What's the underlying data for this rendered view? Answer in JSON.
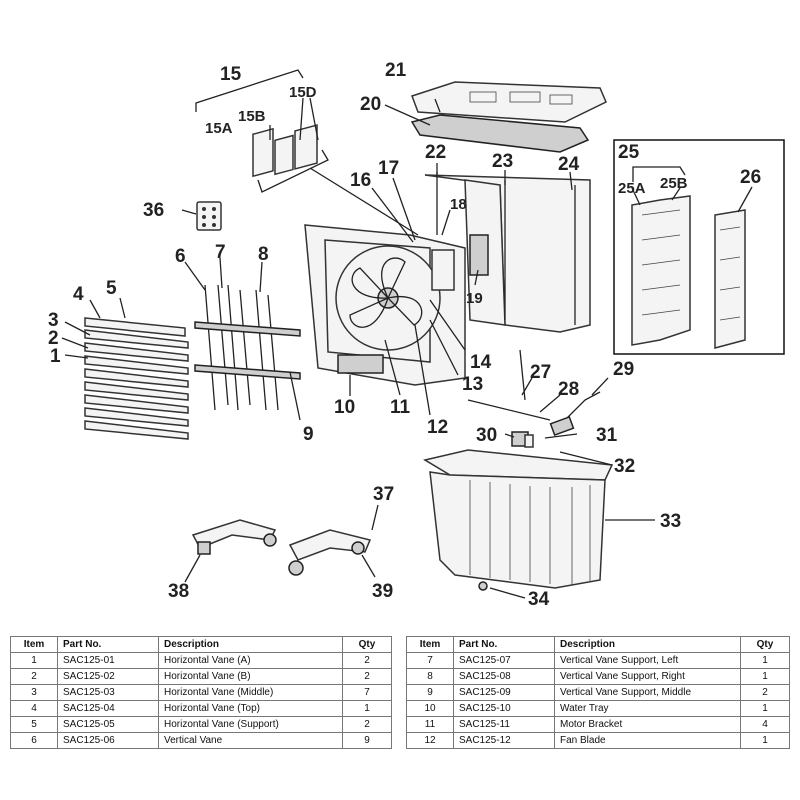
{
  "callouts": {
    "c15": "15",
    "c15A": "15A",
    "c15B": "15B",
    "c15D": "15D",
    "c21": "21",
    "c20": "20",
    "c22": "22",
    "c23": "23",
    "c24": "24",
    "c17": "17",
    "c16": "16",
    "c18": "18",
    "c19": "19",
    "c25": "25",
    "c25A": "25A",
    "c25B": "25B",
    "c26": "26",
    "c36": "36",
    "c6": "6",
    "c7": "7",
    "c8": "8",
    "c4": "4",
    "c5": "5",
    "c3": "3",
    "c2": "2",
    "c1": "1",
    "c14": "14",
    "c13": "13",
    "c10": "10",
    "c11": "11",
    "c12": "12",
    "c9": "9",
    "c27": "27",
    "c28": "28",
    "c29": "29",
    "c30": "30",
    "c31": "31",
    "c32": "32",
    "c33": "33",
    "c34": "34",
    "c37": "37",
    "c38": "38",
    "c39": "39"
  },
  "parts_table": {
    "headers": {
      "item": "Item",
      "part_no": "Part No.",
      "description": "Description",
      "qty": "Qty"
    },
    "left_rows": [
      {
        "item": "1",
        "part_no": "SAC125-01",
        "description": "Horizontal Vane (A)",
        "qty": "2"
      },
      {
        "item": "2",
        "part_no": "SAC125-02",
        "description": "Horizontal Vane (B)",
        "qty": "2"
      },
      {
        "item": "3",
        "part_no": "SAC125-03",
        "description": "Horizontal Vane (Middle)",
        "qty": "7"
      },
      {
        "item": "4",
        "part_no": "SAC125-04",
        "description": "Horizontal Vane (Top)",
        "qty": "1"
      },
      {
        "item": "5",
        "part_no": "SAC125-05",
        "description": "Horizontal Vane (Support)",
        "qty": "2"
      },
      {
        "item": "6",
        "part_no": "SAC125-06",
        "description": "Vertical Vane",
        "qty": "9"
      }
    ],
    "right_rows": [
      {
        "item": "7",
        "part_no": "SAC125-07",
        "description": "Vertical Vane Support, Left",
        "qty": "1"
      },
      {
        "item": "8",
        "part_no": "SAC125-08",
        "description": "Vertical Vane Support, Right",
        "qty": "1"
      },
      {
        "item": "9",
        "part_no": "SAC125-09",
        "description": "Vertical Vane Support, Middle",
        "qty": "2"
      },
      {
        "item": "10",
        "part_no": "SAC125-10",
        "description": "Water Tray",
        "qty": "1"
      },
      {
        "item": "11",
        "part_no": "SAC125-11",
        "description": "Motor Bracket",
        "qty": "4"
      },
      {
        "item": "12",
        "part_no": "SAC125-12",
        "description": "Fan Blade",
        "qty": "1"
      }
    ]
  }
}
